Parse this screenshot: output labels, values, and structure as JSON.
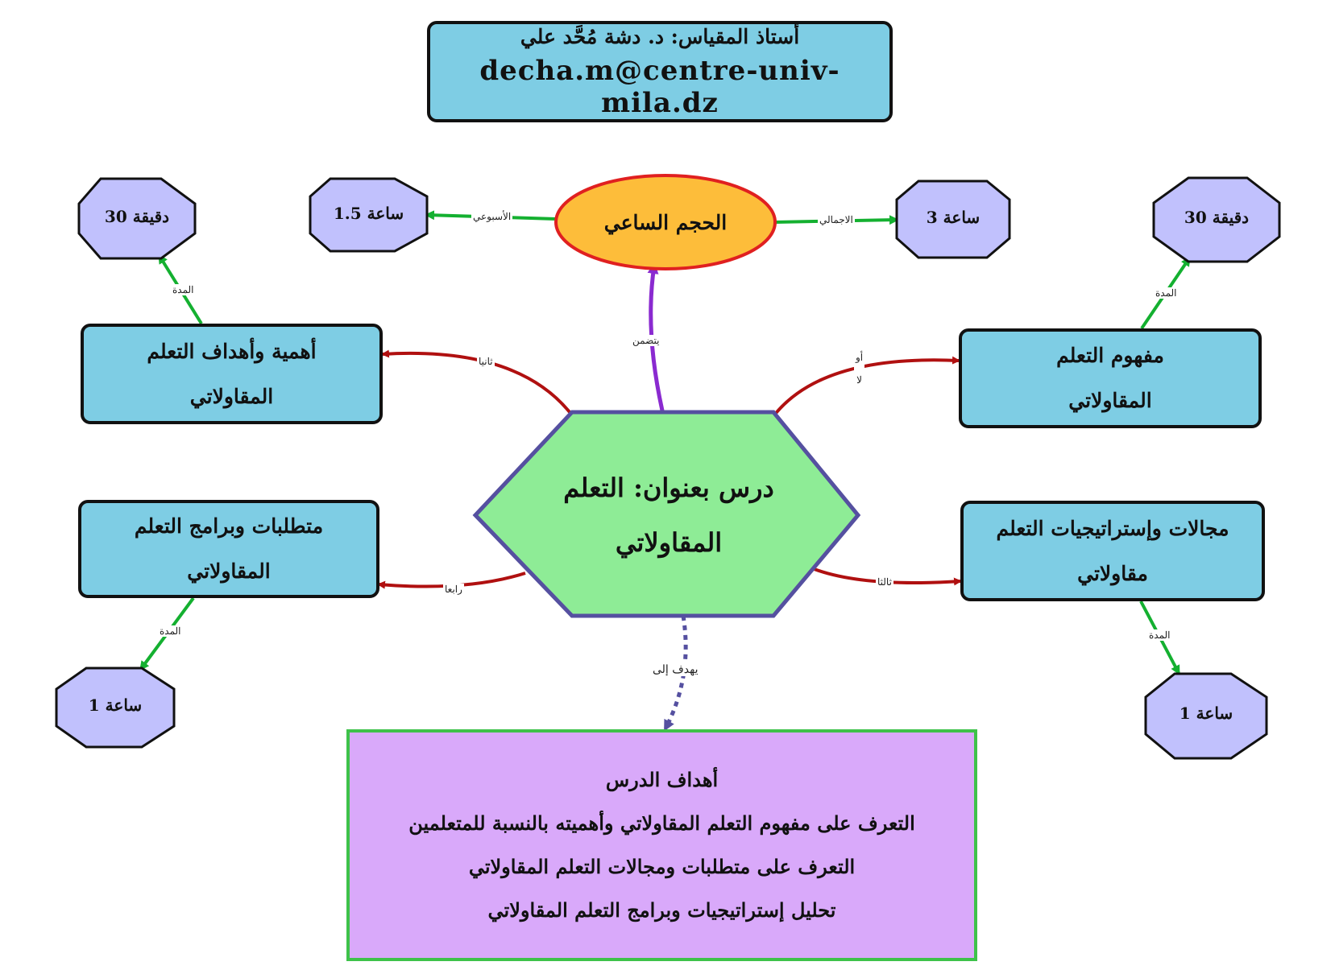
{
  "header": {
    "line1": "أستاذ المقياس: د. دشة مُحَّد علي",
    "line2": "decha.m@centre-univ-mila.dz"
  },
  "center": {
    "lines": [
      "درس بعنوان: التعلم",
      "المقاولاتي"
    ]
  },
  "hours": {
    "label": "الحجم الساعي",
    "weekly": {
      "edge": "الأسبوعي",
      "value": "ساعة 1.5"
    },
    "total": {
      "edge": "الاجمالي",
      "value": "ساعة 3"
    },
    "includes_edge": "يتضمن"
  },
  "topics": [
    {
      "id": "t1",
      "edge": "أو\nلا",
      "lines": [
        "مفهوم التعلم",
        "المقاولاتي"
      ],
      "duration_edge": "المدة",
      "duration": "دقيقة 30"
    },
    {
      "id": "t2",
      "edge": "ثانيا",
      "lines": [
        "أهمية وأهداف التعلم",
        "المقاولاتي"
      ],
      "duration_edge": "المدة",
      "duration": "دقيقة 30"
    },
    {
      "id": "t3",
      "edge": "ثالثا",
      "lines": [
        "مجالات وإستراتيجيات التعلم",
        "مقاولاتي"
      ],
      "duration_edge": "المدة",
      "duration": "ساعة 1"
    },
    {
      "id": "t4",
      "edge": "رابعا",
      "lines": [
        "متطلبات وبرامج التعلم",
        "المقاولاتي"
      ],
      "duration_edge": "المدة",
      "duration": "ساعة 1"
    }
  ],
  "goals": {
    "edge": "يهدف إلى",
    "lines": [
      "أهداف الدرس",
      "التعرف على مفهوم التعلم المقاولاتي وأهميته بالنسبة للمتعلمين",
      "التعرف على متطلبات ومجالات التعلم المقاولاتي",
      "تحليل إستراتيجيات وبرامج التعلم المقاولاتي"
    ]
  },
  "colors": {
    "box_fill": "#7ecde4",
    "hexagon_fill": "#8eec96",
    "hexagon_stroke": "#5550a0",
    "ellipse_fill": "#fdbd3a",
    "ellipse_stroke": "#e02020",
    "octagon_fill": "#c1c1fd",
    "goals_fill": "#d9a9fa",
    "goals_border": "#3ec24a",
    "arrow_red": "#b01010",
    "arrow_green": "#14b030",
    "arrow_purple": "#8a2ad0",
    "arrow_dotted": "#5550a0"
  }
}
